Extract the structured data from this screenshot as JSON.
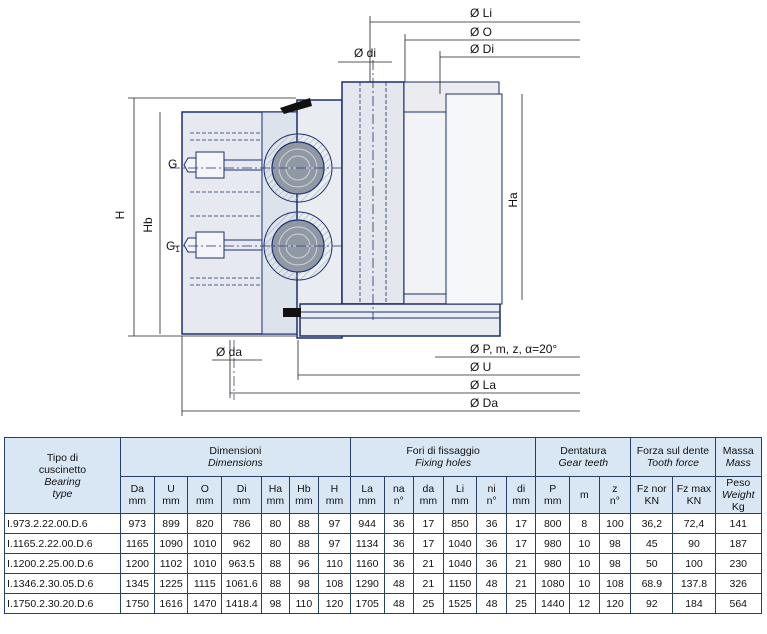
{
  "drawing": {
    "dim_Li": "Ø Li",
    "dim_O": "Ø O",
    "dim_Di": "Ø Di",
    "dim_di": "Ø di",
    "dim_H": "H",
    "dim_Hb": "Hb",
    "dim_Ha": "Ha",
    "dim_G": "G",
    "dim_G1": "G",
    "dim_G1_sub": "1",
    "dim_da": "Ø da",
    "dim_P": "Ø P, m, z, α=20°",
    "dim_U": "Ø U",
    "dim_La": "Ø La",
    "dim_Da": "Ø Da"
  },
  "table": {
    "type_header": [
      "Tipo di",
      "cuscinetto",
      "Bearing",
      "type"
    ],
    "groups": {
      "dimensions": {
        "it": "Dimensioni",
        "en": "Dimensions"
      },
      "fixing": {
        "it": "Fori di fissaggio",
        "en": "Fixing holes"
      },
      "gear": {
        "it": "Dentatura",
        "en": "Gear teeth"
      },
      "force": {
        "it": "Forza sul dente",
        "en": "Tooth force"
      },
      "mass": {
        "it": "Massa",
        "en": "Mass"
      }
    },
    "columns": [
      [
        "Da",
        "mm"
      ],
      [
        "U",
        "mm"
      ],
      [
        "O",
        "mm"
      ],
      [
        "Di",
        "mm"
      ],
      [
        "Ha",
        "mm"
      ],
      [
        "Hb",
        "mm"
      ],
      [
        "H",
        "mm"
      ],
      [
        "La",
        "mm"
      ],
      [
        "na",
        "n°"
      ],
      [
        "da",
        "mm"
      ],
      [
        "Li",
        "mm"
      ],
      [
        "ni",
        "n°"
      ],
      [
        "di",
        "mm"
      ],
      [
        "P",
        "mm"
      ],
      [
        "m",
        ""
      ],
      [
        "z",
        "n°"
      ],
      [
        "Fz nor",
        "KN"
      ],
      [
        "Fz max",
        "KN"
      ],
      [
        "Peso",
        "Weight",
        "Kg"
      ]
    ],
    "rows": [
      [
        "I.973.2.22.00.D.6",
        "973",
        "899",
        "820",
        "786",
        "80",
        "88",
        "97",
        "944",
        "36",
        "17",
        "850",
        "36",
        "17",
        "800",
        "8",
        "100",
        "36,2",
        "72,4",
        "141"
      ],
      [
        "I.1165.2.22.00.D.6",
        "1165",
        "1090",
        "1010",
        "962",
        "80",
        "88",
        "97",
        "1134",
        "36",
        "17",
        "1040",
        "36",
        "17",
        "980",
        "10",
        "98",
        "45",
        "90",
        "187"
      ],
      [
        "I.1200.2.25.00.D.6",
        "1200",
        "1102",
        "1010",
        "963.5",
        "88",
        "96",
        "110",
        "1160",
        "36",
        "21",
        "1040",
        "36",
        "21",
        "980",
        "10",
        "98",
        "50",
        "100",
        "230"
      ],
      [
        "I.1346.2.30.05.D.6",
        "1345",
        "1225",
        "1115",
        "1061.6",
        "88",
        "98",
        "108",
        "1290",
        "48",
        "21",
        "1150",
        "48",
        "21",
        "1080",
        "10",
        "108",
        "68.9",
        "137.8",
        "326"
      ],
      [
        "I.1750.2.30.20.D.6",
        "1750",
        "1616",
        "1470",
        "1418.4",
        "98",
        "110",
        "120",
        "1705",
        "48",
        "25",
        "1525",
        "48",
        "25",
        "1440",
        "12",
        "120",
        "92",
        "184",
        "564"
      ]
    ]
  }
}
